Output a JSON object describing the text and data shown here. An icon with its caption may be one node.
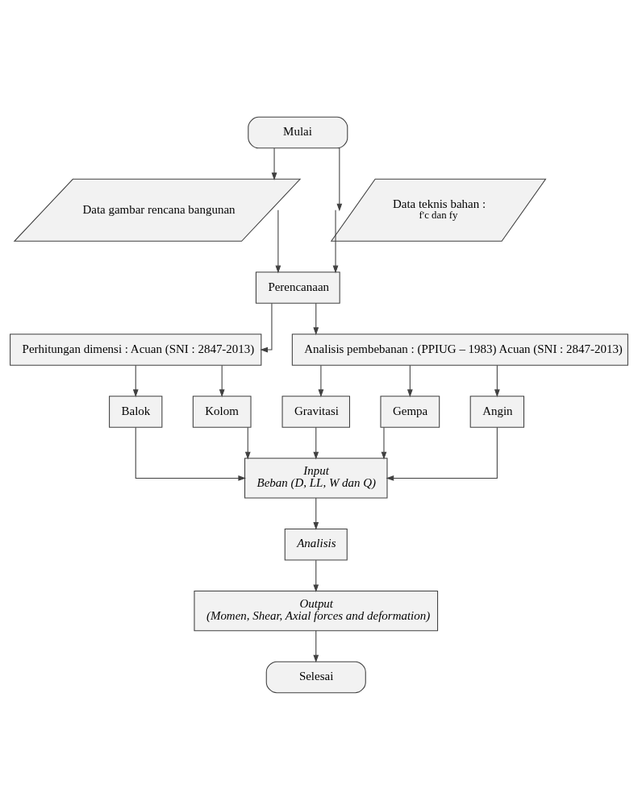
{
  "diagram": {
    "nodes": [
      {
        "text": [
          "Mulai"
        ]
      },
      {
        "text": [
          "Data gambar rencana bangunan"
        ]
      },
      {
        "text": [
          "Data teknis bahan :",
          "f'c dan fy"
        ]
      },
      {
        "text": [
          "Perencanaan"
        ]
      },
      {
        "text": [
          "Perhitungan dimensi : Acuan (SNI : 2847-2013)"
        ]
      },
      {
        "text": [
          "Analisis pembebanan : (PPIUG – 1983) Acuan (SNI : 2847-2013)"
        ]
      },
      {
        "text": [
          "Balok"
        ]
      },
      {
        "text": [
          "Kolom"
        ]
      },
      {
        "text": [
          "Gravitasi"
        ]
      },
      {
        "text": [
          "Gempa"
        ]
      },
      {
        "text": [
          "Angin"
        ]
      },
      {
        "text": [
          "Input",
          "Beban (D, LL, W dan Q)"
        ]
      },
      {
        "text": [
          "Analisis"
        ]
      },
      {
        "text": [
          "Output",
          "(Momen, Shear, Axial forces and deformation)"
        ]
      },
      {
        "text": [
          "Selesai"
        ]
      }
    ],
    "edges": [
      {
        "from": 0,
        "to": 1,
        "arrow": "to"
      },
      {
        "from": 0,
        "to": 2,
        "arrow": "to"
      },
      {
        "from": 1,
        "to": 3,
        "arrow": "to"
      },
      {
        "from": 2,
        "to": 3,
        "arrow": "to"
      },
      {
        "from": 3,
        "to": 4,
        "arrow": "to"
      },
      {
        "from": 3,
        "to": 5,
        "arrow": "to"
      },
      {
        "from": 4,
        "to": 6,
        "arrow": "to"
      },
      {
        "from": 4,
        "to": 7,
        "arrow": "to"
      },
      {
        "from": 5,
        "to": 8,
        "arrow": "to"
      },
      {
        "from": 5,
        "to": 9,
        "arrow": "to"
      },
      {
        "from": 5,
        "to": 10,
        "arrow": "to"
      },
      {
        "from": 6,
        "to": 11,
        "arrow": "to"
      },
      {
        "from": 7,
        "to": 11,
        "arrow": "to"
      },
      {
        "from": 8,
        "to": 11,
        "arrow": "to"
      },
      {
        "from": 9,
        "to": 11,
        "arrow": "to"
      },
      {
        "from": 10,
        "to": 11,
        "arrow": "to"
      },
      {
        "from": 11,
        "to": 12,
        "arrow": "to"
      },
      {
        "from": 12,
        "to": 13,
        "arrow": "to"
      },
      {
        "from": 13,
        "to": 14,
        "arrow": "to"
      }
    ]
  }
}
